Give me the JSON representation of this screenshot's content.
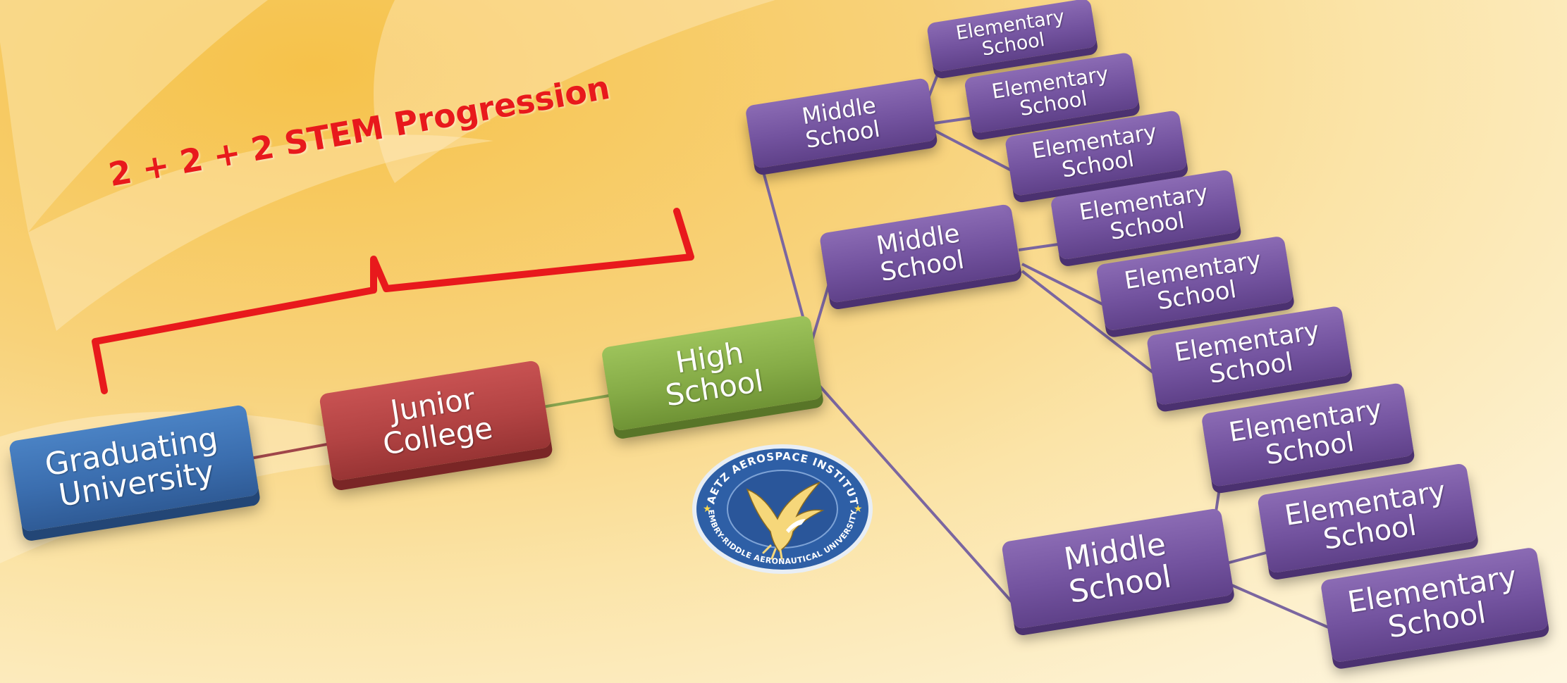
{
  "title": "2 + 2 + 2 STEM Progression",
  "colors": {
    "bracket": "#e8191c",
    "connector": "#7b66a0",
    "purple": "#73539f",
    "green": "#86ac47",
    "red": "#b24343",
    "blue": "#3b6eaf"
  },
  "nodes": {
    "university": {
      "line1": "Graduating",
      "line2": "University"
    },
    "college": {
      "line1": "Junior",
      "line2": "College"
    },
    "high_school": {
      "line1": "High",
      "line2": "School"
    },
    "middle_schools": [
      {
        "line1": "Middle",
        "line2": "School"
      },
      {
        "line1": "Middle",
        "line2": "School"
      },
      {
        "line1": "Middle",
        "line2": "School"
      }
    ],
    "elementary_schools": [
      {
        "line1": "Elementary",
        "line2": "School"
      },
      {
        "line1": "Elementary",
        "line2": "School"
      },
      {
        "line1": "Elementary",
        "line2": "School"
      },
      {
        "line1": "Elementary",
        "line2": "School"
      },
      {
        "line1": "Elementary",
        "line2": "School"
      },
      {
        "line1": "Elementary",
        "line2": "School"
      },
      {
        "line1": "Elementary",
        "line2": "School"
      },
      {
        "line1": "Elementary",
        "line2": "School"
      },
      {
        "line1": "Elementary",
        "line2": "School"
      }
    ]
  },
  "logo": {
    "top_text": "GAETZ AEROSPACE INSTITUTE",
    "bottom_text": "EMBRY-RIDDLE AERONAUTICAL UNIVERSITY",
    "icon": "eagle-icon"
  }
}
